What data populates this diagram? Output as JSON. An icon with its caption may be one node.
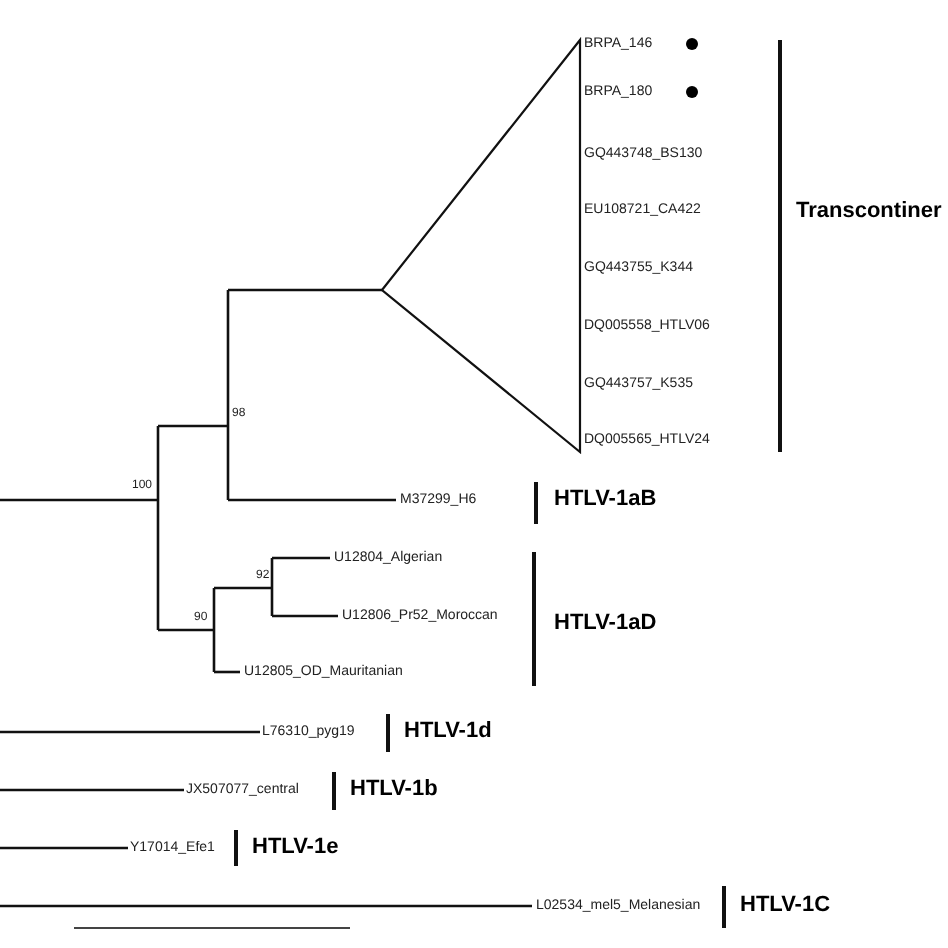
{
  "diagram": {
    "labels": [
      "BRPA_146",
      "BRPA_180",
      "GQ443748_BS130",
      "EU108721_CA422",
      "Transcontiner",
      "GQ443755_K344",
      "DQ005558_HTLV06",
      "GQ443757_K535",
      "DQ005565_HTLV24",
      "98",
      "100",
      "M37299_H6",
      "HTLV-1aB",
      "U12804_Algerian",
      "92",
      "U12806_Pr52_Moroccan",
      "HTLV-1aD",
      "90",
      "U12805_OD_Mauritanian",
      "L76310_pyg19",
      "HTLV-1d",
      "JX507077_central",
      "HTLV-1b",
      "Y17014_Efe1",
      "HTLV-1e",
      "L02534_mel5_Melanesian",
      "HTLV-1C"
    ]
  }
}
